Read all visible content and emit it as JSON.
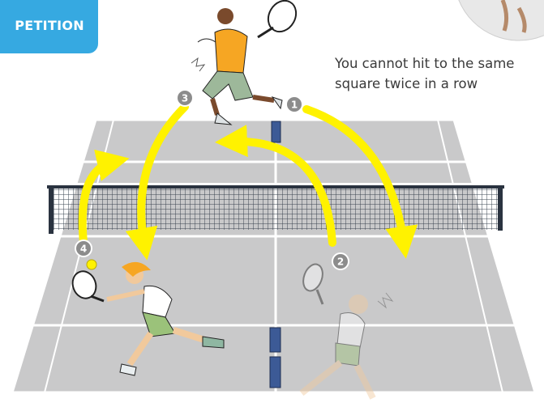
{
  "banner": {
    "label": "PETITION"
  },
  "rule_note": {
    "line1": "You cannot hit to the same",
    "line2": "square twice in a row"
  },
  "steps": [
    "1",
    "2",
    "3",
    "4"
  ],
  "colors": {
    "banner": "#36a9e1",
    "court": "#c9c9ca",
    "court_lines": "#ffffff",
    "arrow": "#fff200",
    "step_badge": "#8c8c8c",
    "net": "#2a3340",
    "center_marker": "#3c5a96"
  },
  "figures": [
    "player-top-serving",
    "player-left-forehand",
    "player-right-faded",
    "tennis-ball",
    "partial-circle-illustration"
  ]
}
